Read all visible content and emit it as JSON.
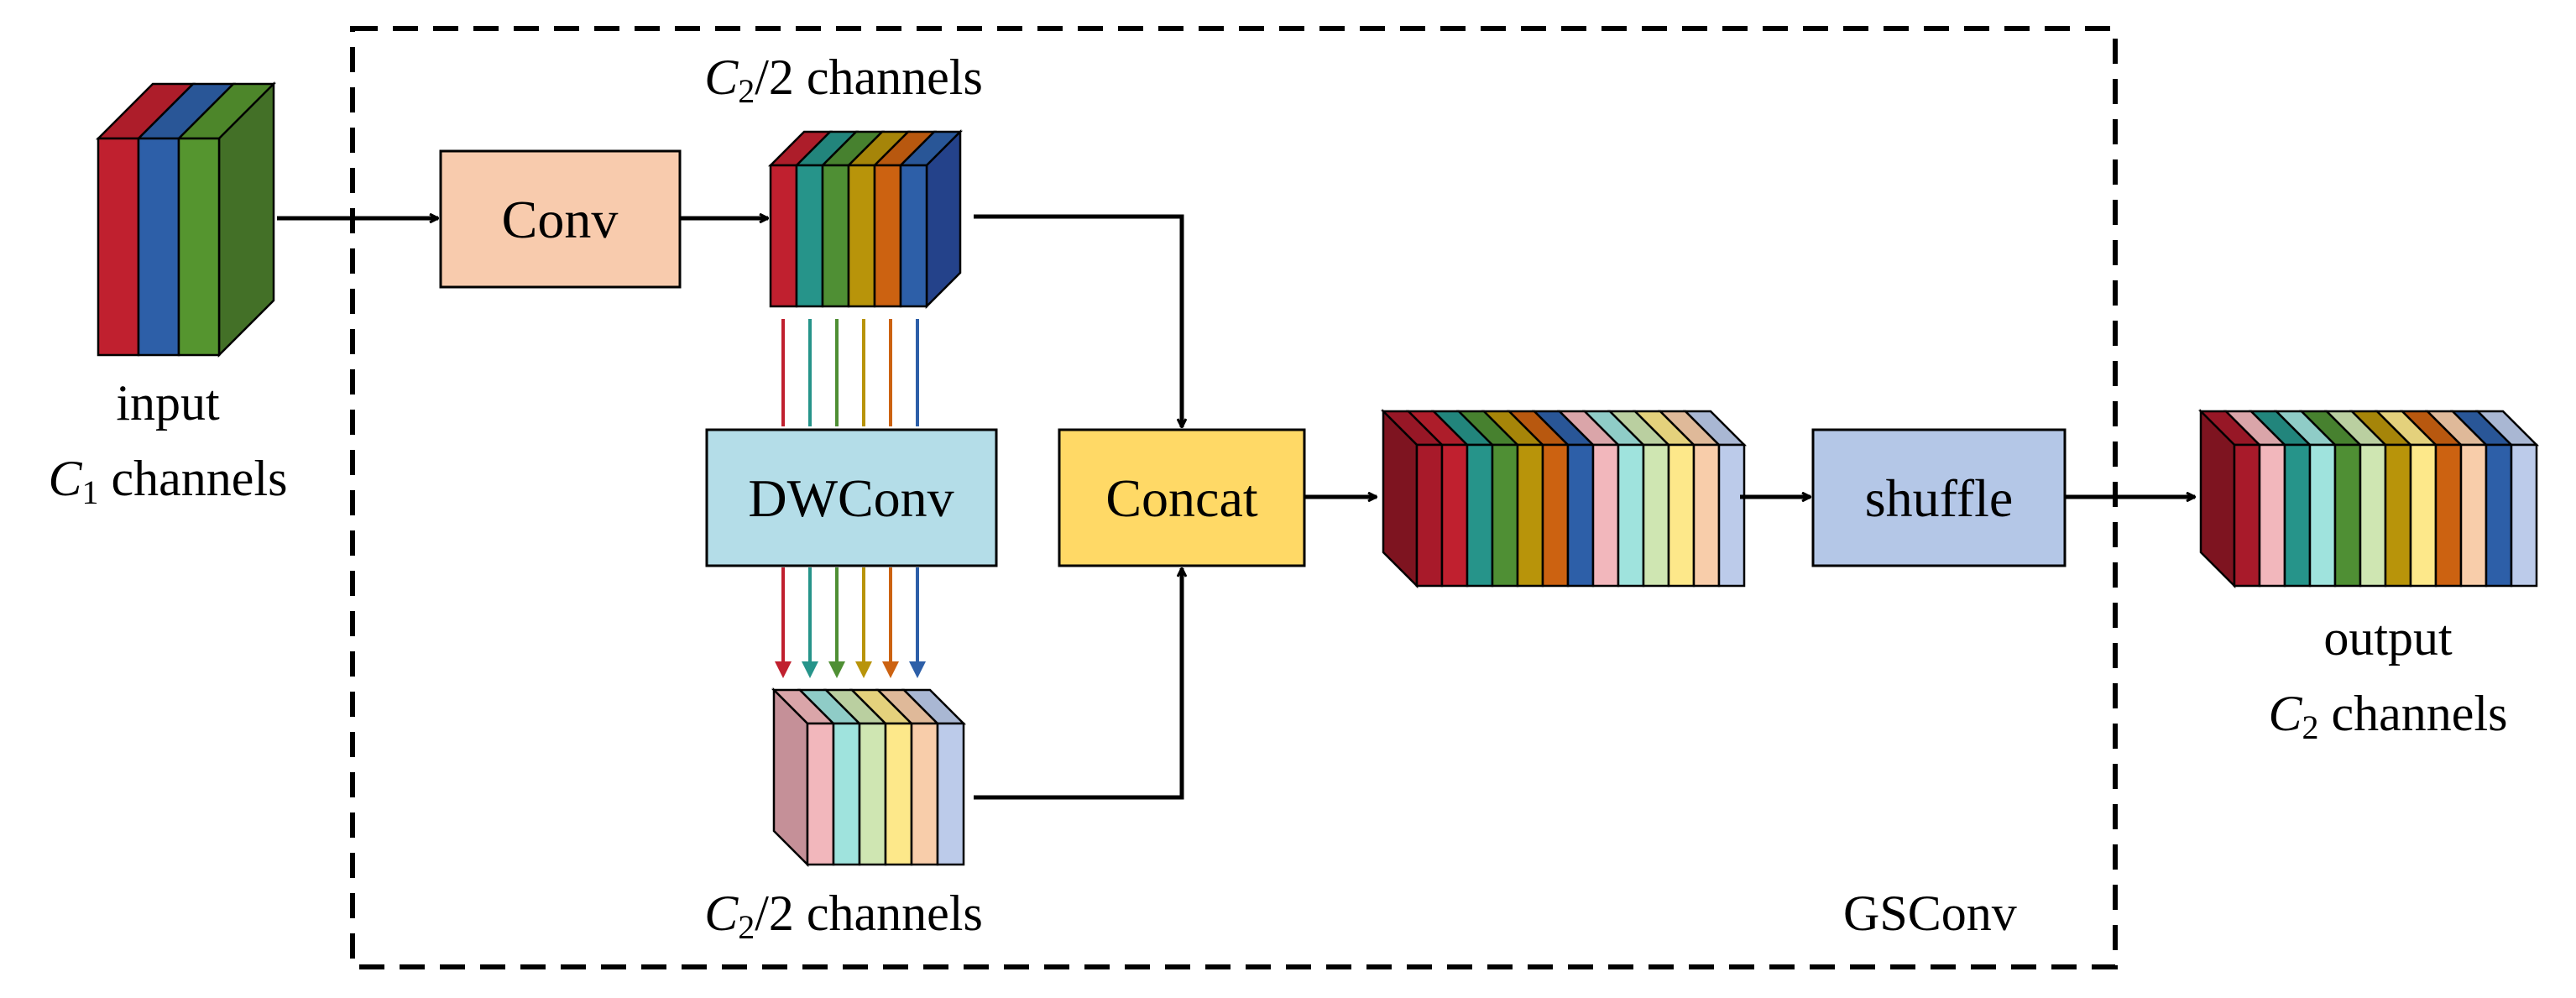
{
  "colors": {
    "arrow": "#000000",
    "frame": "#000000",
    "conv_fill": "#f8cbad",
    "dwconv_fill": "#b4dde8",
    "concat_fill": "#ffd966",
    "shuffle_fill": "#b4c7e7",
    "input_slices": [
      "#c0202f",
      "#2d5fa8",
      "#55952f"
    ],
    "conv_slices": [
      "#c0202f",
      "#26948a",
      "#4f8f34",
      "#b8940a",
      "#cc6211",
      "#2d5fa8"
    ],
    "dw_slices": [
      "#f2b7bc",
      "#9fe3dd",
      "#cfe6b2",
      "#fde88a",
      "#f8cdaa",
      "#bccbea"
    ],
    "dw_side": "#c59098"
  },
  "labels": {
    "input_line1": "input",
    "input_c": "C",
    "input_sub": "1",
    "input_suffix": " channels",
    "top_c": "C",
    "top_sub": "2",
    "top_suffix": "/2 channels",
    "bottom_c": "C",
    "bottom_sub": "2",
    "bottom_suffix": "/2 channels",
    "output_line1": "output",
    "output_c": "C",
    "output_sub": "2",
    "output_suffix": " channels",
    "module_name": "GSConv"
  },
  "blocks": {
    "conv": "Conv",
    "dwconv": "DWConv",
    "concat": "Concat",
    "shuffle": "shuffle"
  }
}
